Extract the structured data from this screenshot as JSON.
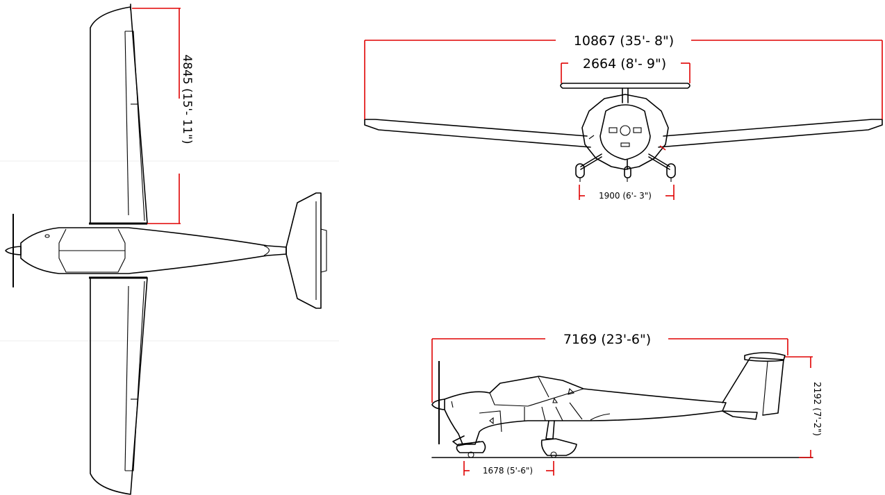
{
  "dimensions": {
    "top_view_half_span": "4845 (15'- 11\")",
    "front_view_wingspan": "10867 (35'- 8\")",
    "front_view_tail_span": "2664 (8'- 9\")",
    "front_view_wheel_track": "1900 (6'- 3\")",
    "side_view_length": "7169 (23'-6\")",
    "side_view_height": "2192 (7'-2\")",
    "side_view_wheelbase": "1678 (5'-6\")"
  },
  "colors": {
    "dimension_lines": "#e00000",
    "outline": "#000000",
    "background": "#ffffff"
  }
}
